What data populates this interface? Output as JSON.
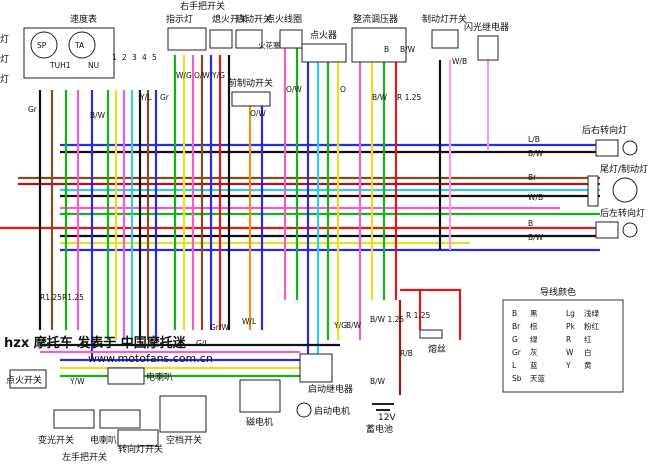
{
  "labels": {
    "speedometer": "速度表",
    "indicator_light": "指示灯",
    "right_handlebar_switch": "右手把开关",
    "kill_switch": "熄火开关",
    "start_switch": "启动开关",
    "front_brake_switch": "前制动开关",
    "ignition_coil": "点火线圈",
    "igniter": "点火器",
    "regulator_rectifier": "整流调压器",
    "brake_light_switch": "制动灯开关",
    "flasher_relay": "闪光继电器",
    "rear_right_turn": "后右转向灯",
    "tail_brake_light": "尾灯/制动灯",
    "rear_left_turn": "后左转向灯",
    "plug": "火花塞",
    "fuse": "熔丝",
    "start_relay": "启动继电器",
    "start_motor": "启动电机",
    "magneto": "磁电机",
    "battery_voltage": "12V",
    "battery": "蓄电池",
    "ignition_switch": "点火开关",
    "dimmer_switch": "变光开关",
    "horn_switch": "电喇叭开关",
    "turn_switch": "转向灯开关",
    "choke_switch": "空档开关",
    "horn": "电喇叭",
    "left_handlebar_switch": "左手把开关",
    "left_lamps": [
      "灯",
      "灯",
      "灯"
    ],
    "terminal_numbers": [
      "1",
      "2",
      "3",
      "4",
      "5"
    ],
    "gauge_sp": "SP",
    "gauge_ta": "TA",
    "tuh1": "TUH1",
    "nu": "NU",
    "wire_codes": [
      "Gr",
      "B/W",
      "W/G",
      "O/W",
      "O/W",
      "Y/G",
      "Y/L",
      "Gr",
      "O/W",
      "B/W",
      "O",
      "R 1.25",
      "B",
      "B/W",
      "W/B",
      "L/B",
      "B/W",
      "Br",
      "W/B",
      "B",
      "B/W",
      "R1.25",
      "R1.25",
      "Y/W",
      "W/L",
      "G/L",
      "Gr/W",
      "Y/G",
      "B/W",
      "B/W 1.25",
      "R/B",
      "R 1.25",
      "B/W"
    ],
    "watermark_1": "hzx 摩托车 发表于 中国摩托迷",
    "watermark_2": "www.motofans.com.cn"
  },
  "legend": {
    "title": "导线颜色",
    "entries": [
      {
        "code": "B",
        "name": "黑",
        "code2": "Lg",
        "name2": "浅绿"
      },
      {
        "code": "Br",
        "name": "棕",
        "code2": "Pk",
        "name2": "粉红"
      },
      {
        "code": "G",
        "name": "绿",
        "code2": "R",
        "name2": "红"
      },
      {
        "code": "Gr",
        "name": "灰",
        "code2": "W",
        "name2": "白"
      },
      {
        "code": "L",
        "name": "蓝",
        "code2": "Y",
        "name2": "黄"
      },
      {
        "code": "Sb",
        "name": "天蓝",
        "code2": "",
        "name2": ""
      }
    ]
  },
  "colors": {
    "black": "#111111",
    "blue": "#2a2ae0",
    "navy": "#1a1a9a",
    "red": "#e01818",
    "darkred": "#a01818",
    "pink": "#f060c8",
    "lightpink": "#f4a0d8",
    "green": "#18b018",
    "yellow": "#e8e020",
    "cyan": "#38c8e8",
    "orange": "#f09010",
    "brown": "#8a4a20",
    "gray": "#888888",
    "white": "#ffffff"
  }
}
